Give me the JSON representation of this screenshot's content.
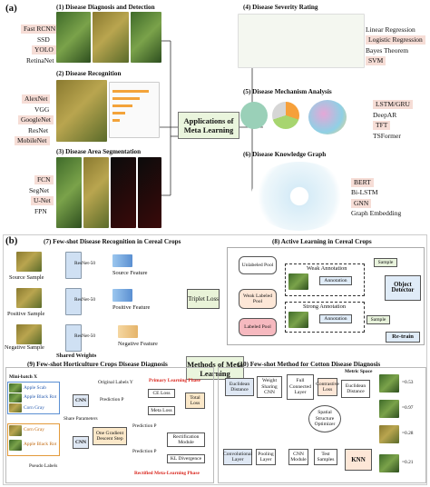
{
  "panel_a": {
    "letter": "(a)",
    "center_label": "Applications of Meta Learning",
    "sec1": {
      "title": "(1) Disease Diagnosis and Detection",
      "labels": [
        "Fast RCNN",
        "SSD",
        "YOLO",
        "RetinaNet"
      ]
    },
    "sec2": {
      "title": "(2) Disease Recognition",
      "labels": [
        "AlexNet",
        "VGG",
        "GoogleNet",
        "ResNet",
        "MobileNet"
      ]
    },
    "sec3": {
      "title": "(3) Disease Area Segmentation",
      "labels": [
        "FCN",
        "SegNet",
        "U-Net",
        "FPN"
      ]
    },
    "sec4": {
      "title": "(4) Disease Severity Rating",
      "labels": [
        "Linear Regression",
        "Logistic Regression",
        "Bayes Theorem",
        "SVM"
      ]
    },
    "sec5": {
      "title": "(5) Disease Mechanism Analysis",
      "labels": [
        "LSTM/GRU",
        "DeepAR",
        "TFT",
        "TSFormer"
      ]
    },
    "sec6": {
      "title": "(6) Disease Knowledge Graph",
      "labels": [
        "BERT",
        "Bi-LSTM",
        "GNN",
        "Graph Embedding"
      ]
    }
  },
  "panel_b": {
    "letter": "(b)",
    "center_label": "Methods of Meta Learning",
    "sec7": {
      "title": "(7) Few-shot Disease Recognition in Cereal Crops",
      "samples": [
        "Source Sample",
        "Positive Sample",
        "Negative Sample"
      ],
      "nets": [
        "ResNet-50",
        "ResNet-50",
        "ResNet-50"
      ],
      "features": [
        "Source Feature",
        "Positive Feature",
        "Negative Feature"
      ],
      "loss": "Triplet Loss",
      "shared": "Shared Weights"
    },
    "sec8": {
      "title": "(8) Active Learning in Cereal Crops",
      "unlabeled_pool": "Unlabeled Pool",
      "weak_pool": "Weak Labeled Pool",
      "labeled_pool": "Labeled Pool",
      "weak_annotation": "Weak Annotation",
      "strong_annotation": "Strong Annotation",
      "annotation": "Annotation",
      "sample": "Sample",
      "detector": "Object Detector",
      "retrain": "Re-train"
    },
    "sec9": {
      "title": "(9) Few-shot Horticulture Crops Disease Diagnosis",
      "minibatch": "Mini-batch X",
      "batch1": [
        "Apple Scab",
        "Apple Black Rot",
        "Corn Gray"
      ],
      "batch2": [
        "Corn Gray",
        "Apple Black Rot"
      ],
      "cnn": "CNN",
      "share": "Share Parameters",
      "original_labels": "Original Labels Y",
      "primary": "Primary Learning Phase",
      "pred_p": "Prediction P",
      "pred_p1": "Prediction P",
      "pred_p2": "Prediction P",
      "ce_loss": "CE Loss",
      "meta_loss": "Meta Loss",
      "total_loss": "Total Loss",
      "rect_module": "Rectification Module",
      "kl": "KL Divergence",
      "pseudo": "Pseudo Labels",
      "gradient": "One Gradient Descent Step",
      "rectified": "Rectified Meta-Learning Phase"
    },
    "sec10": {
      "title": "(10) Few-shot Method for Cotton Disease Diagnosis",
      "euclid1": "Euclidean Distance",
      "weight_cnn": "Weight Sharing CNN",
      "fc": "Full Connected Layer",
      "contrastive": "Contrastive Loss",
      "metric": "Metric Space",
      "euclid2": "Euclidean Distance",
      "spatial": "Spatial Structure Optimizer",
      "knn": "KNN",
      "conv": "Convolutional Layer",
      "pool": "Pooling Layer",
      "cnn_module": "CNN Module",
      "test": "Test Samples",
      "scores": [
        "=0.53",
        "=0.97",
        "=0.28",
        "=0.21"
      ]
    }
  }
}
